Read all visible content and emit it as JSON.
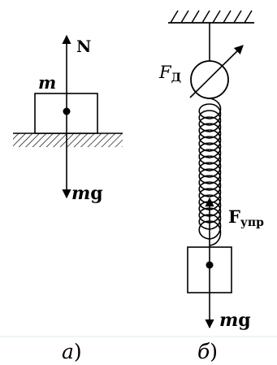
{
  "panel_a": {
    "normal_force_label": "N",
    "mass_label": "m",
    "weight_label_m": "m",
    "weight_label_g": "g",
    "caption_letter": "а",
    "caption_paren": ")"
  },
  "panel_b": {
    "dynamometer_label_f": "F",
    "dynamometer_label_sub": "Д",
    "elastic_force_label_f": "F",
    "elastic_force_label_sub": "упр",
    "weight_label_m": "m",
    "weight_label_g": "g",
    "caption_letter": "б",
    "caption_paren": ")"
  },
  "colors": {
    "ink": "#000000",
    "divider": "#dbeef0"
  }
}
